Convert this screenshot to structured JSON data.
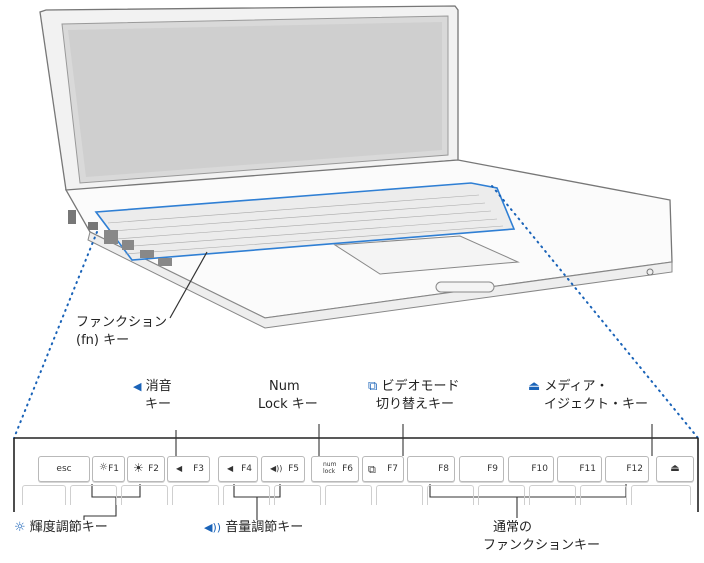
{
  "labels": {
    "fn_key": [
      "ファンクション",
      "(fn) キー"
    ],
    "mute": [
      "消音",
      "キー"
    ],
    "num_lock": [
      "Num",
      "Lock キー"
    ],
    "video_mode": [
      "ビデオモード",
      "切り替えキー"
    ],
    "media_eject": [
      "メディア・",
      "イジェクト・キー"
    ],
    "brightness": "輝度調節キー",
    "volume": "音量調節キー",
    "standard_fn": [
      "通常の",
      "ファンクションキー"
    ]
  },
  "keys": {
    "esc": "esc",
    "f1": "F1",
    "f2": "F2",
    "f3": "F3",
    "f4": "F4",
    "f5": "F5",
    "f6": "F6",
    "f7": "F7",
    "f8": "F8",
    "f9": "F9",
    "f10": "F10",
    "f11": "F11",
    "f12": "F12",
    "num_lock_glyph": [
      "num",
      "lock"
    ]
  },
  "icons": {
    "brightness": "sun-icon",
    "mute": "speaker-icon",
    "volume": "speaker-waves-icon",
    "video_mode": "display-mirror-icon",
    "eject": "eject-icon"
  },
  "colors": {
    "accent": "#1a63b8"
  }
}
